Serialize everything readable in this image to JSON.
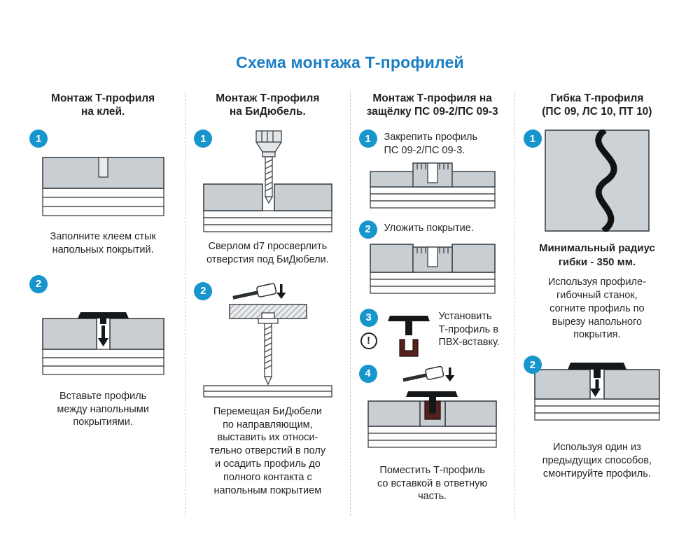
{
  "title": "Схема монтажа Т-профилей",
  "colors": {
    "title_accent": "#1b7ec3",
    "step_badge": "#1796cd",
    "diagram_fill": "#c9ced3",
    "diagram_stroke": "#3d4247",
    "profile_dark": "#15181a",
    "pvc_insert": "#56201c"
  },
  "columns": [
    {
      "header": "Монтаж Т-профиля\nна клей.",
      "steps": [
        {
          "num": "1",
          "caption": "Заполните клеем стык\nнапольных покрытий."
        },
        {
          "num": "2",
          "caption": "Вставьте профиль\nмежду напольными\nпокрытиями."
        }
      ]
    },
    {
      "header": "Монтаж Т-профиля\nна БиДюбель.",
      "steps": [
        {
          "num": "1",
          "caption": "Сверлом d7 просверлить\nотверстия под БиДюбели."
        },
        {
          "num": "2",
          "caption": "Перемещая БиДюбели\nпо направляющим,\nвыставить их относи-\nтельно отверстий в полу\nи осадить профиль до\nполного контакта с\nнапольным покрытием"
        }
      ]
    },
    {
      "header": "Монтаж Т-профиля на\nзащёлку ПС 09-2/ПС 09-3",
      "steps": [
        {
          "num": "1",
          "caption": "Закрепить профиль\nПС 09-2/ПС 09-3."
        },
        {
          "num": "2",
          "caption": "Уложить покрытие."
        },
        {
          "num": "3",
          "warning": "!",
          "caption": "Установить\nТ-профиль в\nПВХ-вставку."
        },
        {
          "num": "4",
          "caption": "Поместить Т-профиль\nсо вставкой в ответную\nчасть."
        }
      ]
    },
    {
      "header": "Гибка Т-профиля\n(ПС 09, ЛС 10, ПТ 10)",
      "note_bold": "Минимальный радиус\nгибки - 350 мм.",
      "note": "Используя профиле-\nгибочный станок,\nсогните профиль по\nвырезу напольного\nпокрытия.",
      "steps": [
        {
          "num": "1",
          "caption": ""
        },
        {
          "num": "2",
          "caption": "Используя один из\nпредыдущих способов,\nсмонтируйте профиль."
        }
      ]
    }
  ]
}
